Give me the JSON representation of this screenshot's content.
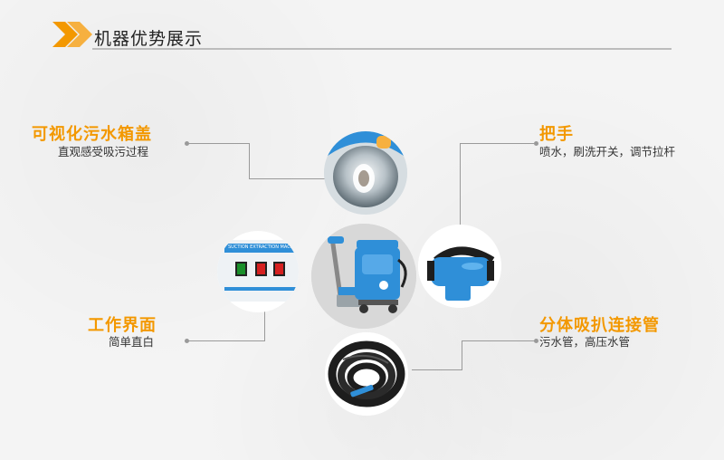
{
  "header": {
    "title": "机器优势展示"
  },
  "features": {
    "visual_tank": {
      "title": "可视化污水箱盖",
      "desc": "直观感受吸污过程"
    },
    "handle": {
      "title": "把手",
      "desc": "喷水，刷洗开关，调节拉杆"
    },
    "panel": {
      "title": "工作界面",
      "desc": "简单直白"
    },
    "hose": {
      "title": "分体吸扒连接管",
      "desc": "污水管，高压水管"
    }
  },
  "panel_label": "SUCTION EXTRACTION MACHINE",
  "colors": {
    "accent": "#f39800",
    "line": "#9a9a9a",
    "machine_blue": "#2f8fd8"
  }
}
